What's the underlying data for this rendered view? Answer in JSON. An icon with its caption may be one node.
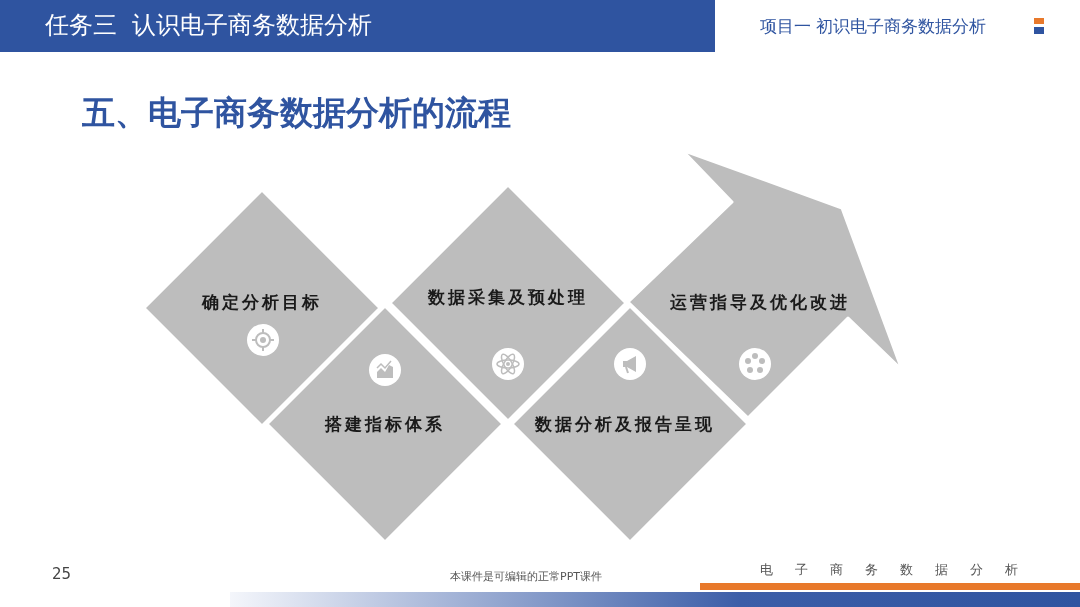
{
  "diagram": {
    "title": "五、电子商务数据分析的流程",
    "nodes": [
      {
        "text": [
          "确定分析目标"
        ]
      },
      {
        "text": [
          "搭建指标体系"
        ]
      },
      {
        "text": [
          "数据采集及预处理"
        ]
      },
      {
        "text": [
          "数据分析及报告呈现"
        ]
      },
      {
        "text": [
          "运营指导及优化改进"
        ]
      }
    ],
    "labels": [
      "任务三  认识电子商务数据分析",
      "项目一 初识电子商务数据分析",
      "25",
      "本课件是可编辑的正常PPT课件",
      "电子商务数据分析"
    ]
  }
}
